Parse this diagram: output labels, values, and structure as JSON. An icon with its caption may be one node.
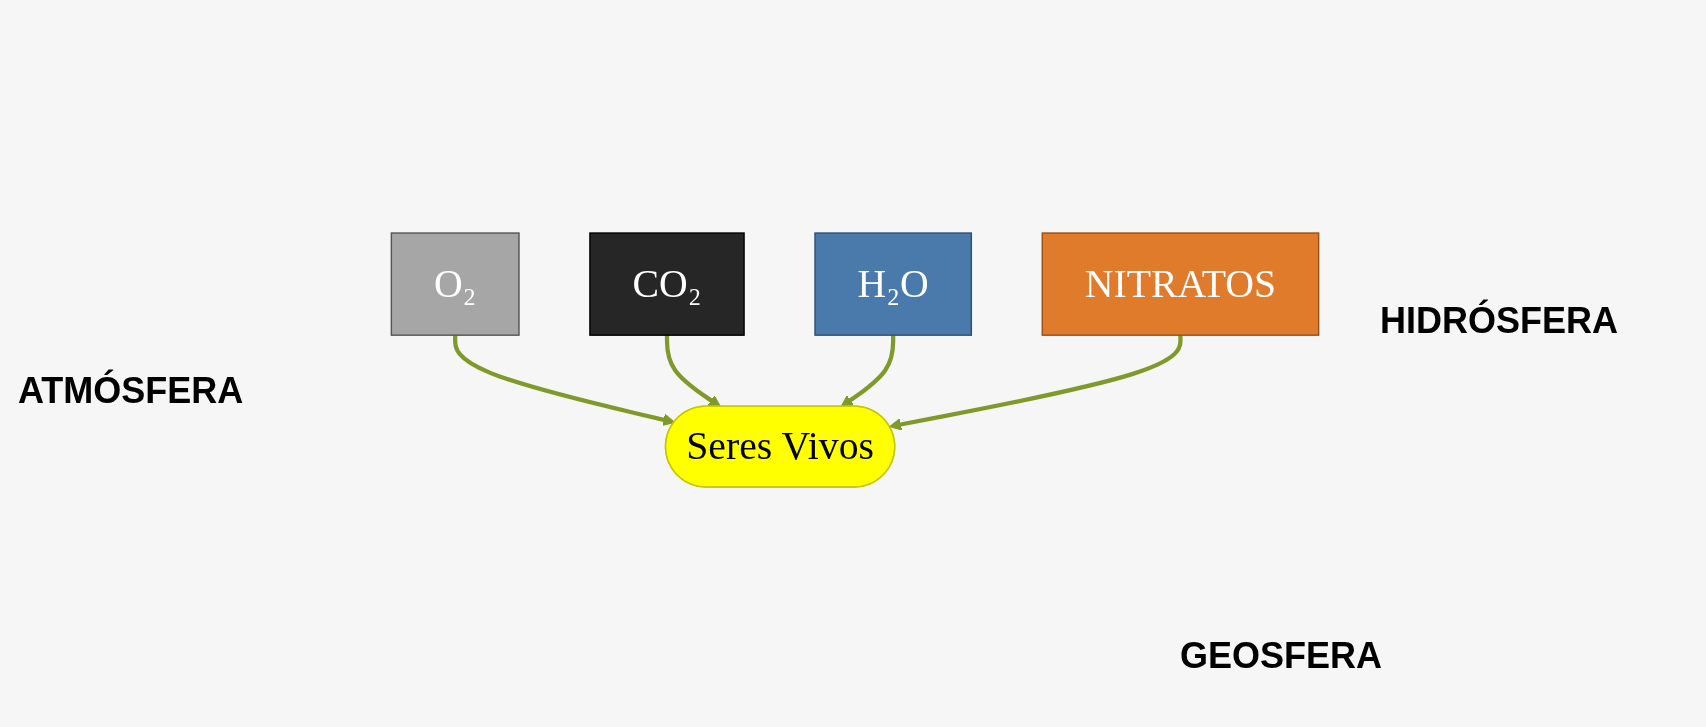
{
  "diagram": {
    "nodes": [
      {
        "text": [
          "Seres Vivos"
        ]
      },
      {
        "text": [
          "O₂"
        ]
      },
      {
        "text": [
          "CO₂"
        ]
      },
      {
        "text": [
          "H₂O"
        ]
      },
      {
        "text": [
          "NITRATOS"
        ]
      }
    ],
    "edges": [
      {
        "from": 1,
        "to": 0,
        "arrow": "to"
      },
      {
        "from": 2,
        "to": 0,
        "arrow": "to"
      },
      {
        "from": 3,
        "to": 0,
        "arrow": "to"
      },
      {
        "from": 4,
        "to": 0,
        "arrow": "to"
      }
    ],
    "labels": [
      "ATMÓSFERA",
      "HIDRÓSFERA",
      "GEOSFERA"
    ]
  }
}
